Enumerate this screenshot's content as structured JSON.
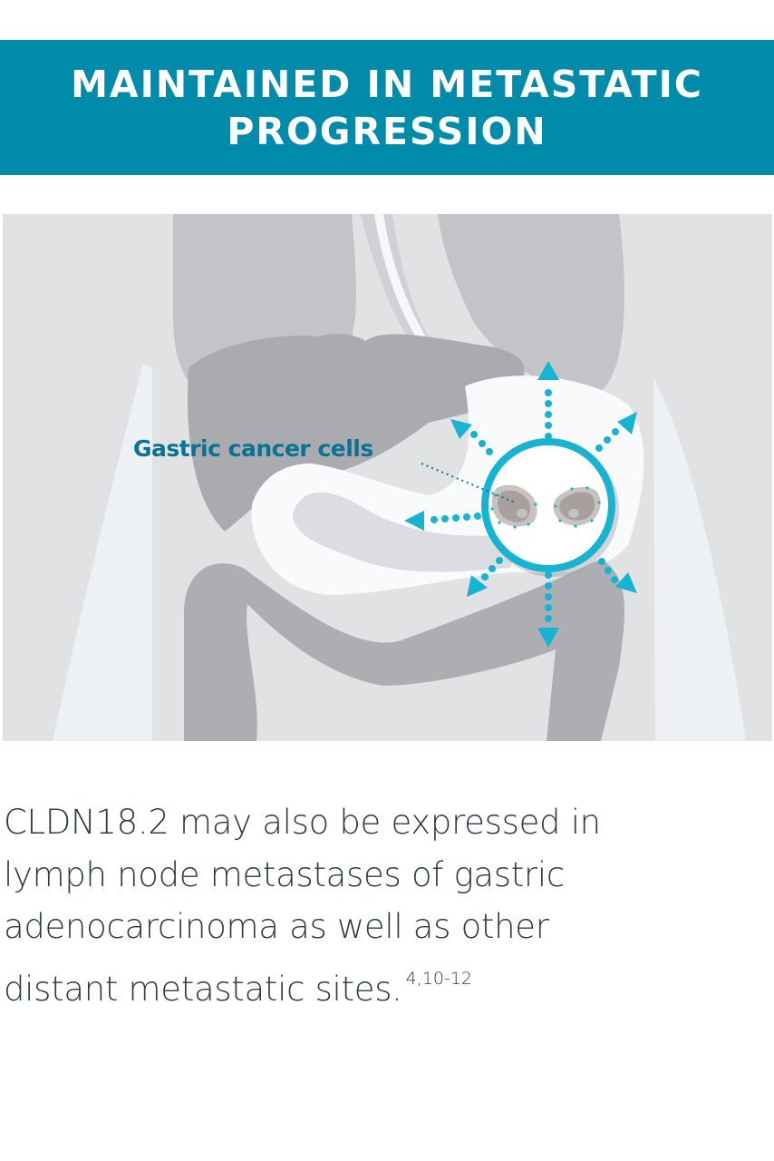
{
  "banner": {
    "title_lines": [
      "MAINTAINED IN METASTATIC",
      "PROGRESSION"
    ],
    "background_color": "#008bab",
    "text_color": "#ffffff"
  },
  "illustration": {
    "description": "Stylized grey torso anatomy (lungs, liver, stomach, intestine) with a magnified circle on the stomach showing cancer cells and dotted arrows radiating outward",
    "callout_label": "Gastric cancer cells",
    "callout_color": "#0a7395",
    "accent_color": "#16b4d2",
    "arrow_count": 8,
    "icons": [
      "magnifier-circle",
      "cancer-cell",
      "dotted-arrow"
    ]
  },
  "body": {
    "lines": [
      "CLDN18.2 may also be expressed in",
      "lymph node metastases of gastric",
      "adenocarcinoma as well as other",
      "distant metastatic sites."
    ],
    "superscript": "4,10-12",
    "text_color": "#2f3a45"
  }
}
